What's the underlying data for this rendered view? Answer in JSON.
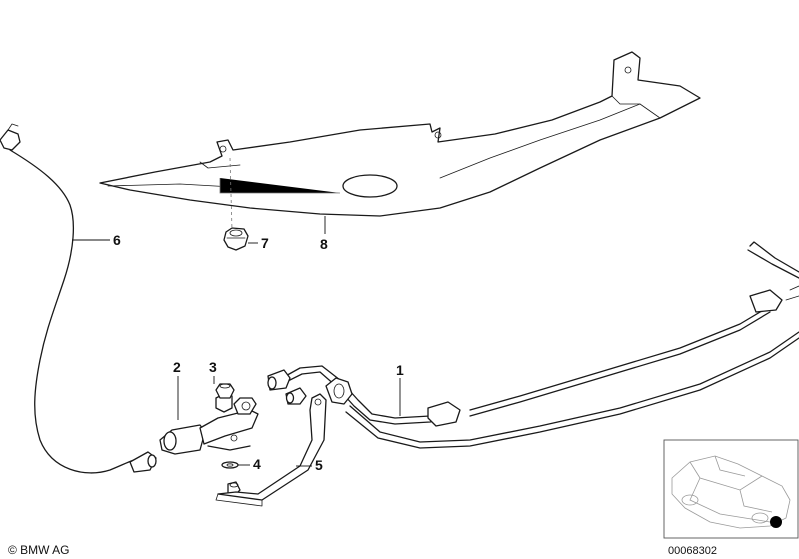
{
  "callouts": {
    "c1": "1",
    "c2": "2",
    "c3": "3",
    "c4": "4",
    "c5": "5",
    "c6": "6",
    "c7": "7",
    "c8": "8"
  },
  "footer": {
    "copyright": "© BMW AG",
    "diagram_number": "00068302"
  }
}
